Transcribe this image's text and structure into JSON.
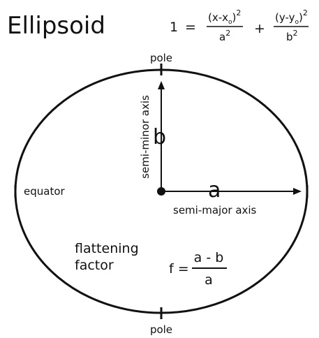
{
  "title": "Ellipsoid",
  "equation": {
    "lhs": "1",
    "equals": "=",
    "plus": "+",
    "term1": {
      "numerator_open": "(x-x",
      "numerator_sub": "o",
      "numerator_close": ")",
      "numerator_exp": "2",
      "denominator_base": "a",
      "denominator_exp": "2"
    },
    "term2": {
      "numerator_open": "(y-y",
      "numerator_sub": "o",
      "numerator_close": ")",
      "numerator_exp": "2",
      "denominator_base": "b",
      "denominator_exp": "2"
    }
  },
  "labels": {
    "pole_top": "pole",
    "pole_bottom": "pole",
    "equator": "equator",
    "semi_minor_axis": "semi-minor axis",
    "semi_major_axis": "semi-major axis",
    "b": "b",
    "a": "a"
  },
  "flattening": {
    "label_line1": "flattening",
    "label_line2": "factor",
    "lhs": "f =",
    "numerator": "a - b",
    "denominator": "a"
  },
  "colors": {
    "ink": "#111111",
    "background": "#ffffff"
  }
}
